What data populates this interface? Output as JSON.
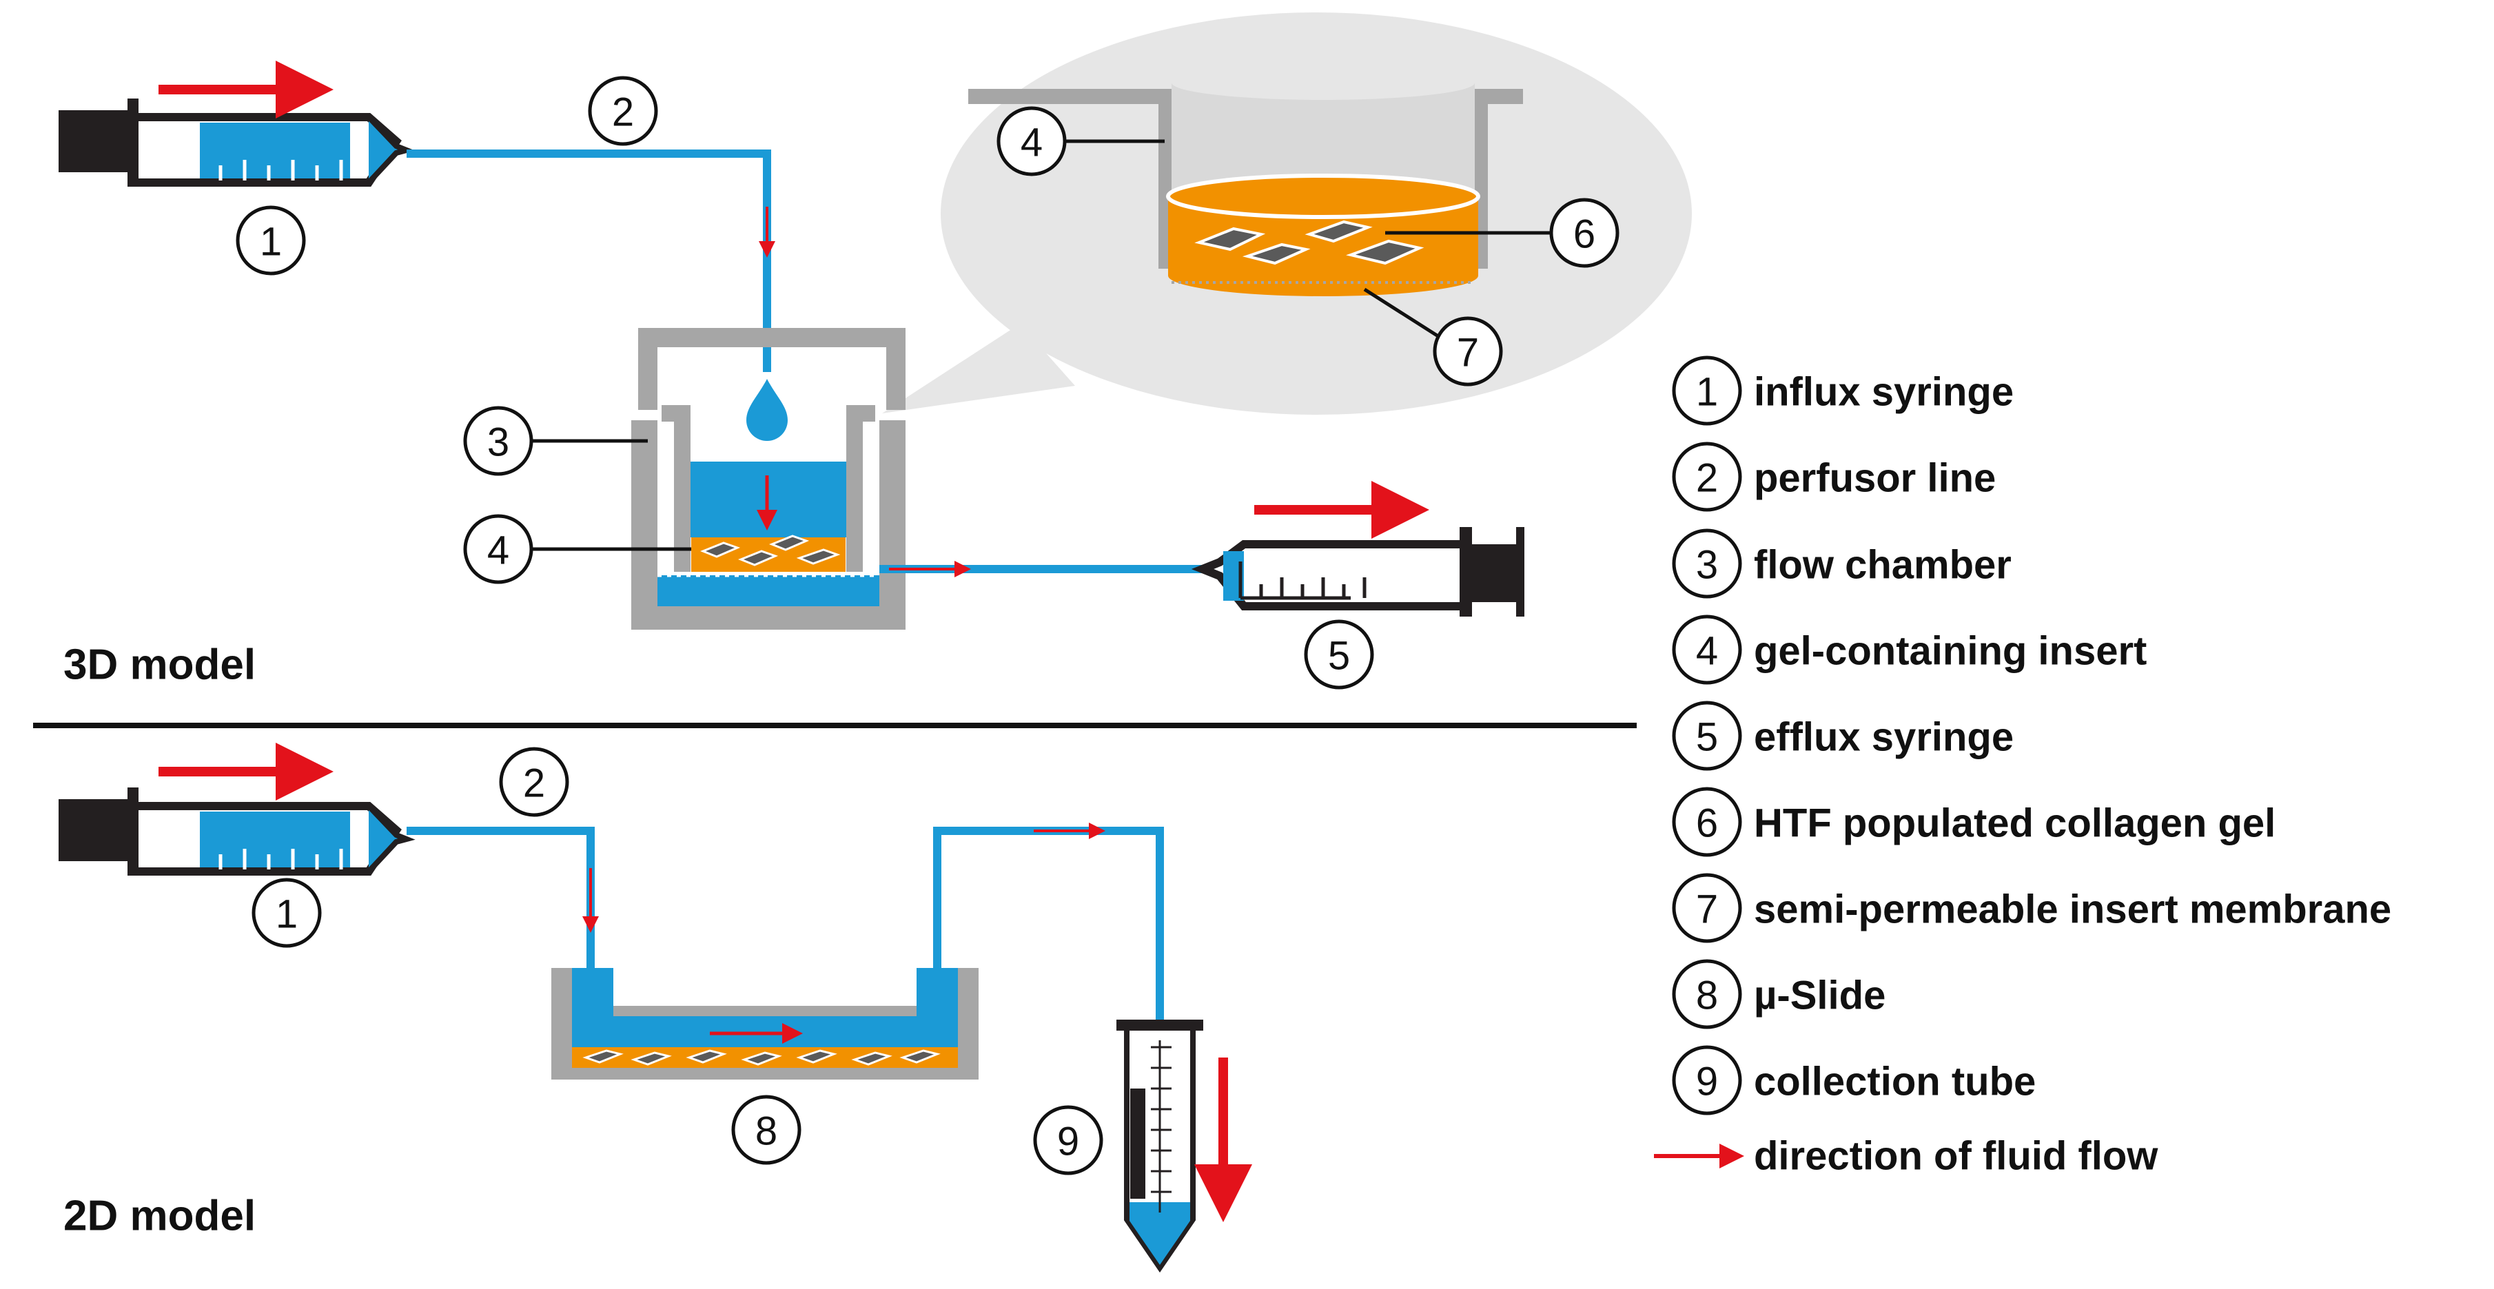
{
  "colors": {
    "fluid": "#1b9ad6",
    "gel": "#f29100",
    "flow_arrow": "#e3121b",
    "chamber": "#a6a6a6",
    "syringe_body": "#231f20",
    "bubble": "#e6e6e6"
  },
  "models": {
    "model_3d": "3D model",
    "model_2d": "2D model"
  },
  "numbers": {
    "n1": "1",
    "n2": "2",
    "n3": "3",
    "n4": "4",
    "n5": "5",
    "n6": "6",
    "n7": "7",
    "n8": "8",
    "n9": "9"
  },
  "legend": [
    {
      "num": "1",
      "label": "influx syringe"
    },
    {
      "num": "2",
      "label": "perfusor line"
    },
    {
      "num": "3",
      "label": "flow chamber"
    },
    {
      "num": "4",
      "label": "gel-containing insert"
    },
    {
      "num": "5",
      "label": "efflux syringe"
    },
    {
      "num": "6",
      "label": "HTF populated collagen gel"
    },
    {
      "num": "7",
      "label": "semi-permeable insert membrane"
    },
    {
      "num": "8",
      "label": "µ-Slide"
    },
    {
      "num": "9",
      "label": "collection tube"
    }
  ],
  "legend_arrow_label": "direction of fluid flow"
}
